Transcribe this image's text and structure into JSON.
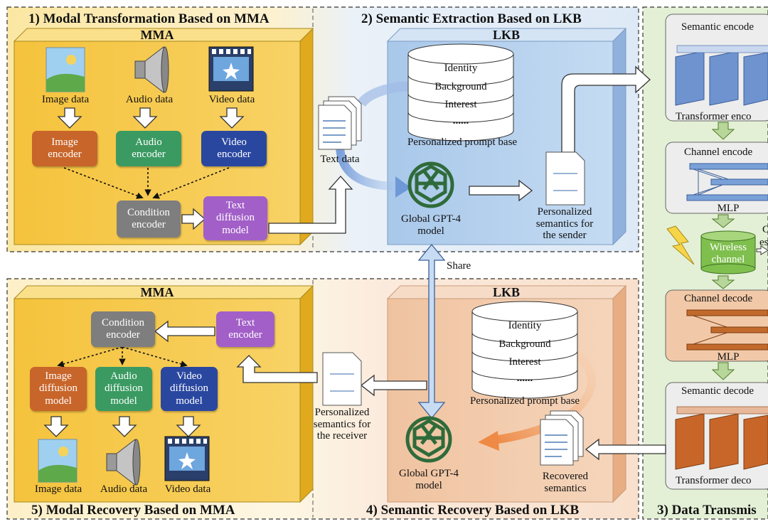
{
  "sections": {
    "s1": "1) Modal Transformation Based on MMA",
    "s2": "2) Semantic Extraction Based on LKB",
    "s3": "3) Data Transmis",
    "s4": "4) Semantic Recovery Based on LKB",
    "s5": "5) Modal Recovery Based on MMA"
  },
  "top_mma": {
    "title": "MMA",
    "image_data": "Image data",
    "audio_data": "Audio data",
    "video_data": "Video data",
    "image_encoder": [
      "Image",
      "encoder"
    ],
    "audio_encoder": [
      "Audio",
      "encoder"
    ],
    "video_encoder": [
      "Video",
      "encoder"
    ],
    "condition_encoder": [
      "Condition",
      "encoder"
    ],
    "text_diffusion": [
      "Text",
      "diffusion",
      "model"
    ]
  },
  "text_data": "Text data",
  "top_lkb": {
    "title": "LKB",
    "db_items": [
      "Identity",
      "Background",
      "Interest",
      "......"
    ],
    "prompt_base": "Personalized prompt base",
    "gpt": [
      "Global GPT-4",
      "model"
    ],
    "semantics": [
      "Personalized",
      "semantics for",
      "the sender"
    ]
  },
  "share": "Share",
  "right_col": {
    "semantic_encoder": "Semantic encode",
    "transformer_encoder": "Transformer enco",
    "channel_encoder": "Channel encode",
    "mlp1": "MLP",
    "wireless": [
      "Wireless",
      "channel"
    ],
    "side_text": [
      "C",
      "es"
    ],
    "channel_decoder": "Channel decode",
    "mlp2": "MLP",
    "semantic_decoder": "Semantic decode",
    "transformer_decoder": "Transformer deco"
  },
  "bottom_lkb": {
    "title": "LKB",
    "db_items": [
      "Identity",
      "Background",
      "Interest",
      "......"
    ],
    "prompt_base": "Personalized prompt base",
    "gpt": [
      "Global GPT-4",
      "model"
    ],
    "recovered": [
      "Recovered",
      "semantics"
    ]
  },
  "receiver_semantics": [
    "Personalized",
    "semantics for",
    "the receiver"
  ],
  "bottom_mma": {
    "title": "MMA",
    "condition_encoder": [
      "Condition",
      "encoder"
    ],
    "text_encoder": [
      "Text",
      "encoder"
    ],
    "image_diffusion": [
      "Image",
      "diffusion",
      "model"
    ],
    "audio_diffusion": [
      "Audio",
      "diffusion",
      "model"
    ],
    "video_diffusion": [
      "Video",
      "diffusion",
      "model"
    ],
    "image_data": "Image data",
    "audio_data": "Audio data",
    "video_data": "Video data"
  },
  "colors": {
    "orange_enc": "#c8652a",
    "green_enc": "#3a9a62",
    "blue_enc": "#2a47a0",
    "gray_enc": "#7e7e7e",
    "purple_enc": "#a25fc8",
    "mma_yellow": "#f6c945",
    "lkb_blue": "#b7d2ee",
    "lkb_orange": "#f2c9a6",
    "right_green": "#e4f0d6"
  }
}
